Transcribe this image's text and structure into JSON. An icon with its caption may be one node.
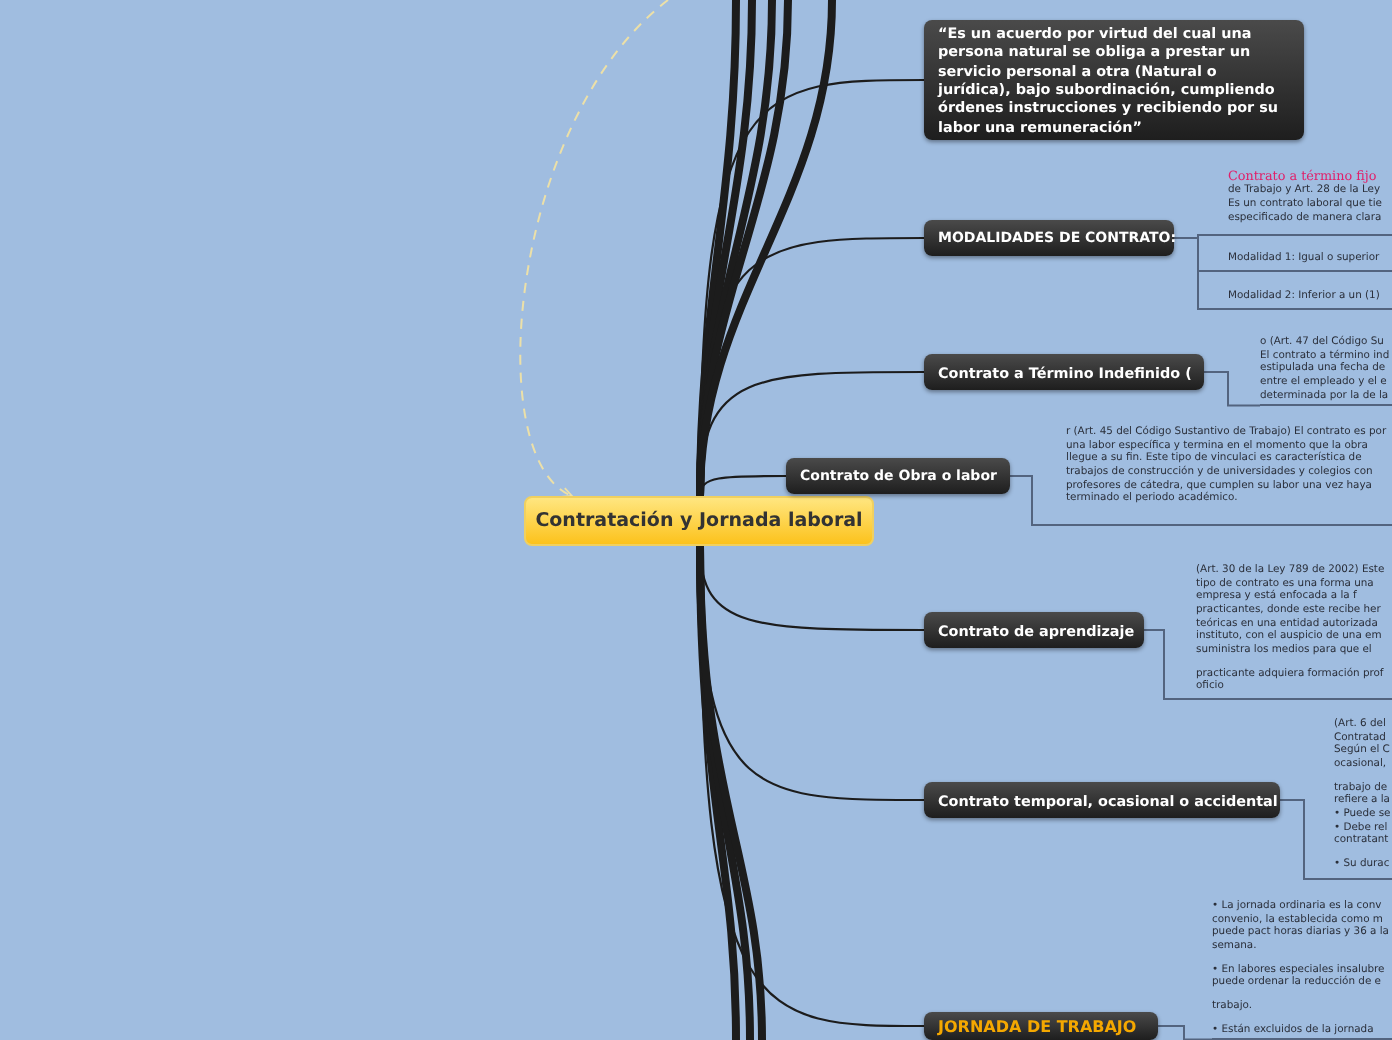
{
  "diagram": {
    "nodes": [
      {
        "text": [
          "Contratación y Jornada laboral"
        ]
      },
      {
        "text": [
          "“Es un acuerdo por virtud del cual una persona natural se obliga a prestar un servicio personal a otra (Natural o jurídica), bajo subordinación, cumpliendo órdenes instrucciones y recibiendo por su labor una remuneración”"
        ]
      },
      {
        "text": [
          "MODALIDADES DE CONTRATO:"
        ]
      },
      {
        "text": [
          "Contrato a Término Indefinido ("
        ]
      },
      {
        "text": [
          "Contrato de Obra o labor"
        ]
      },
      {
        "text": [
          "Contrato de aprendizaje"
        ]
      },
      {
        "text": [
          "Contrato temporal, ocasional o accidental"
        ]
      },
      {
        "text": [
          "JORNADA DE TRABAJO"
        ]
      },
      {
        "text": [
          "Contrato a término fijo",
          "de Trabajo y Art. 28 de la Ley Es un contrato laboral que tie especificado de manera clara"
        ]
      },
      {
        "text": [
          "Modalidad 1: Igual o superior"
        ]
      },
      {
        "text": [
          "Modalidad 2: Inferior a un (1)"
        ]
      },
      {
        "text": [
          "o (Art. 47 del Código Su El contrato a término ind estipulada una fecha de entre el empleado y el e determinada por la de la"
        ]
      },
      {
        "text": [
          "r (Art. 45 del Código Sustantivo de Trabajo) El contrato es por una labor específica y termina en el momento que la obra llegue a su fin. Este tipo de vinculaci es característica de trabajos de construcción y de universidades y colegios con profesores de cátedra, que cumplen su labor una vez haya terminado el periodo académico."
        ]
      },
      {
        "text": [
          "(Art. 30 de la Ley 789 de 2002) Este tipo de contrato es una forma una empresa y está enfocada a la f practicantes, donde este recibe her teóricas en una entidad autorizada instituto, con el auspicio de una em suministra los medios para que el",
          "practicante adquiera formación prof oficio"
        ]
      },
      {
        "text": [
          "(Art. 6 del Contratad Según el C ocasional,",
          "trabajo de refiere a la • Puede se • Debe rel contratant",
          "• Su durac"
        ]
      },
      {
        "text": [
          "• La jornada ordinaria es la conv convenio, la establecida como m puede pact horas diarias y 36 a la semana.",
          "• En labores especiales insalubre puede ordenar la reducción de e",
          "trabajo.",
          "• Están excluidos de la jornada"
        ]
      }
    ],
    "edges": [
      {
        "from": 0,
        "to": 1,
        "arrow": "none"
      },
      {
        "from": 0,
        "to": 2,
        "arrow": "none"
      },
      {
        "from": 0,
        "to": 3,
        "arrow": "none"
      },
      {
        "from": 0,
        "to": 4,
        "arrow": "none"
      },
      {
        "from": 0,
        "to": 5,
        "arrow": "none"
      },
      {
        "from": 0,
        "to": 6,
        "arrow": "none"
      },
      {
        "from": 0,
        "to": 7,
        "arrow": "none"
      },
      {
        "from": 0,
        "to": null,
        "arrow": "none",
        "style": "thick"
      },
      {
        "from": 0,
        "to": null,
        "arrow": "none",
        "style": "thick"
      },
      {
        "from": 0,
        "to": null,
        "arrow": "none",
        "style": "thick"
      },
      {
        "from": 0,
        "to": null,
        "arrow": "none",
        "style": "thick"
      },
      {
        "from": 0,
        "to": null,
        "arrow": "none",
        "style": "thick"
      },
      {
        "from": 0,
        "to": null,
        "arrow": "none",
        "style": "thick"
      },
      {
        "from": 0,
        "to": null,
        "arrow": "none",
        "style": "thick"
      },
      {
        "from": 0,
        "to": null,
        "arrow": "none",
        "style": "thick"
      },
      {
        "from": null,
        "to": 0,
        "arrow": "to",
        "style": "dashed",
        "color": "#ece0a8"
      },
      {
        "from": 2,
        "to": 8,
        "arrow": "none",
        "color": "#53647f"
      },
      {
        "from": 2,
        "to": 9,
        "arrow": "none",
        "color": "#53647f"
      },
      {
        "from": 2,
        "to": 10,
        "arrow": "none",
        "color": "#53647f"
      },
      {
        "from": 3,
        "to": 11,
        "arrow": "none",
        "color": "#53647f"
      },
      {
        "from": 4,
        "to": 12,
        "arrow": "none",
        "color": "#53647f"
      },
      {
        "from": 5,
        "to": 13,
        "arrow": "none",
        "color": "#53647f"
      },
      {
        "from": 6,
        "to": 14,
        "arrow": "none",
        "color": "#53647f"
      },
      {
        "from": 7,
        "to": 15,
        "arrow": "none",
        "color": "#53647f"
      }
    ]
  }
}
